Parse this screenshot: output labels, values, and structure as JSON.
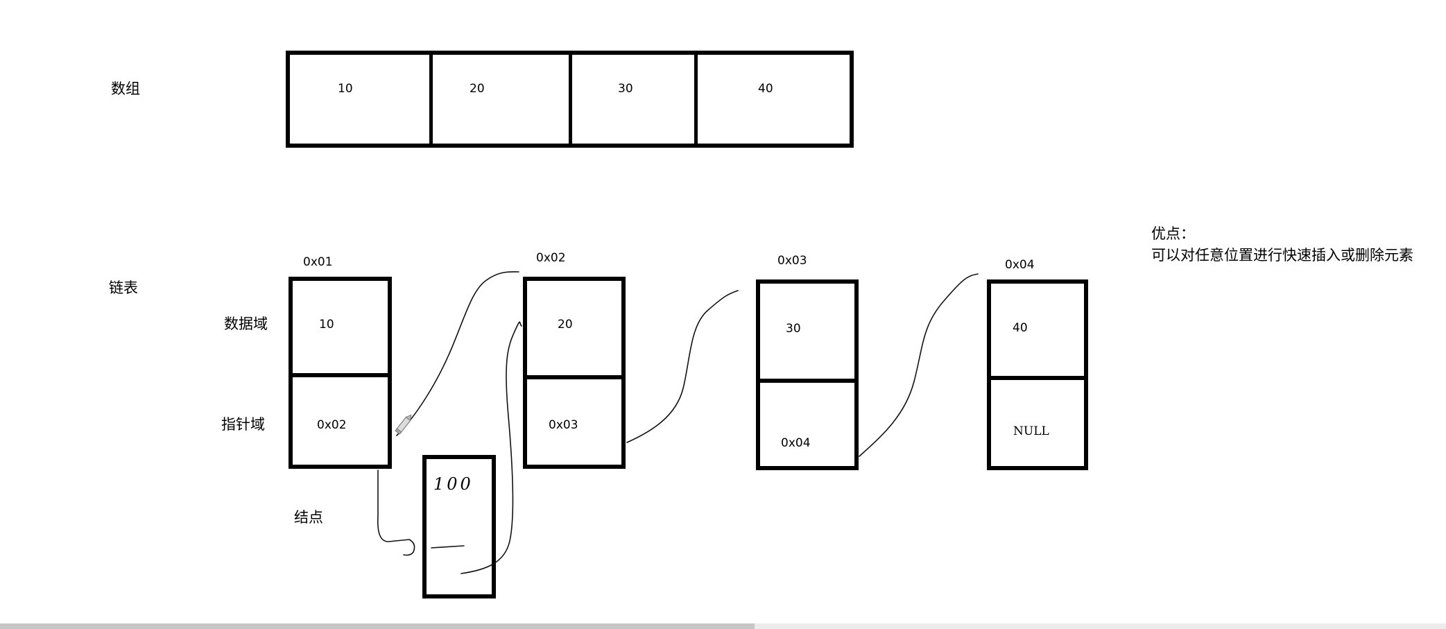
{
  "colors": {
    "background": "#ffffff",
    "ink": "#000000",
    "scrollbar_track": "#ececec",
    "scrollbar_thumb": "#c6c6c6"
  },
  "array": {
    "label": "数组",
    "cells": [
      "10",
      "20",
      "30",
      "40"
    ]
  },
  "linked_list": {
    "label": "链表",
    "data_field_label": "数据域",
    "pointer_field_label": "指针域",
    "node_label": "结点",
    "nodes": [
      {
        "address": "0x01",
        "data": "10",
        "next": "0x02"
      },
      {
        "address": "0x02",
        "data": "20",
        "next": "0x03"
      },
      {
        "address": "0x03",
        "data": "30",
        "next": "0x04"
      },
      {
        "address": "0x04",
        "data": "40",
        "next": "NULL"
      }
    ],
    "inserted_node": {
      "data": "100"
    }
  },
  "advantages": {
    "title": "优点：",
    "text": "可以对任意位置进行快速插入或删除元素"
  },
  "icons": {
    "cursor": "pencil-icon"
  }
}
